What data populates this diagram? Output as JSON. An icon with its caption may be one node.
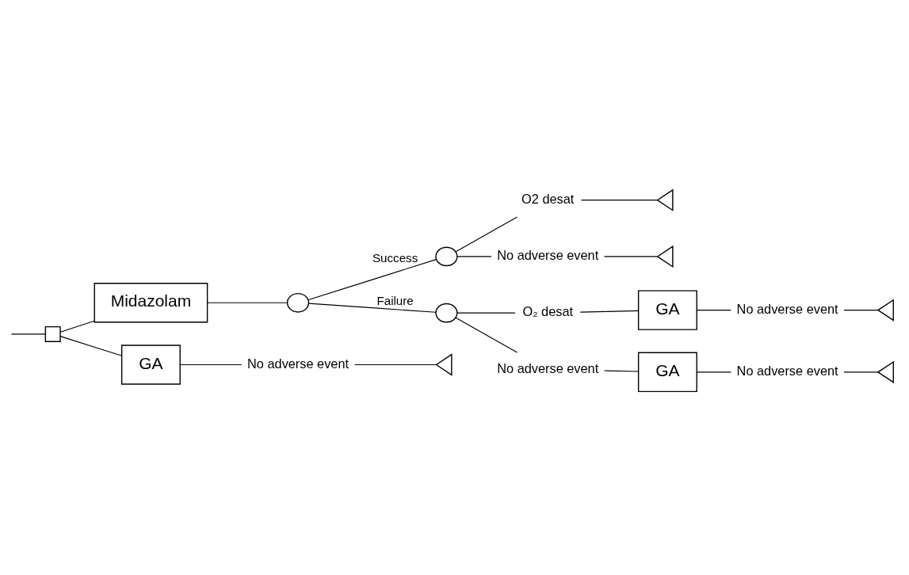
{
  "diagram": {
    "nodes": [
      {
        "text": [],
        "shape": "box"
      },
      {
        "text": [
          "Midazolam"
        ]
      },
      {
        "text": [],
        "shape": "circle"
      },
      {
        "text": [],
        "shape": "circle"
      },
      {
        "text": [],
        "shape": "circle"
      },
      {
        "text": [
          "O2 desat"
        ]
      },
      {
        "text": [
          "No adverse event"
        ]
      },
      {
        "text": [],
        "shape": "triangle"
      },
      {
        "text": [],
        "shape": "triangle"
      },
      {
        "text": [
          "O₂ desat"
        ]
      },
      {
        "text": [
          "GA"
        ]
      },
      {
        "text": [
          "No adverse event"
        ]
      },
      {
        "text": [],
        "shape": "triangle"
      },
      {
        "text": [
          "No adverse event"
        ]
      },
      {
        "text": [
          "GA"
        ]
      },
      {
        "text": [
          "No adverse event"
        ]
      },
      {
        "text": [],
        "shape": "triangle"
      },
      {
        "text": [
          "GA"
        ]
      },
      {
        "text": [
          "No adverse event"
        ]
      },
      {
        "text": [],
        "shape": "triangle"
      }
    ],
    "edges": [
      {
        "from": null,
        "to": 0,
        "arrow": "none"
      },
      {
        "from": 0,
        "to": 1,
        "arrow": "none"
      },
      {
        "from": 0,
        "to": 17,
        "arrow": "none"
      },
      {
        "from": 1,
        "to": 2,
        "arrow": "none"
      },
      {
        "from": 2,
        "to": 3,
        "arrow": "none",
        "label": "Success"
      },
      {
        "from": 2,
        "to": 4,
        "arrow": "none",
        "label": "Failure"
      },
      {
        "from": 3,
        "to": 5,
        "arrow": "none"
      },
      {
        "from": 3,
        "to": 6,
        "arrow": "none"
      },
      {
        "from": 5,
        "to": 7,
        "arrow": "none"
      },
      {
        "from": 6,
        "to": 8,
        "arrow": "none"
      },
      {
        "from": 4,
        "to": 9,
        "arrow": "none"
      },
      {
        "from": 4,
        "to": 13,
        "arrow": "none"
      },
      {
        "from": 9,
        "to": 10,
        "arrow": "none"
      },
      {
        "from": 10,
        "to": 11,
        "arrow": "none"
      },
      {
        "from": 11,
        "to": 12,
        "arrow": "none"
      },
      {
        "from": 13,
        "to": 14,
        "arrow": "none"
      },
      {
        "from": 14,
        "to": 15,
        "arrow": "none"
      },
      {
        "from": 15,
        "to": 16,
        "arrow": "none"
      },
      {
        "from": 17,
        "to": 18,
        "arrow": "none"
      },
      {
        "from": 18,
        "to": 19,
        "arrow": "none"
      }
    ]
  }
}
